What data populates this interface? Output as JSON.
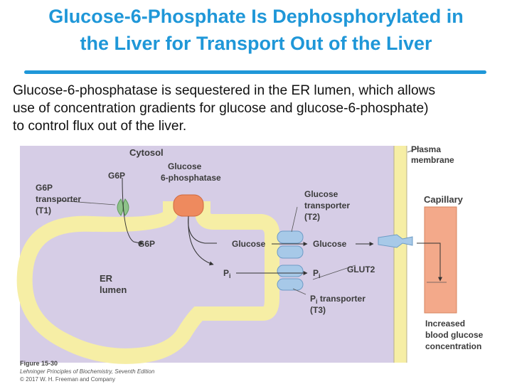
{
  "slide": {
    "title_line1": "Glucose-6-Phosphate Is Dephosphorylated in",
    "title_line2": "the Liver for Transport Out of the Liver",
    "body_line1": "Glucose-6-phosphatase is sequestered in the ER lumen, which allows",
    "body_line2": "use of concentration gradients for glucose and glucose-6-phosphate)",
    "body_line3": "to control flux out of the liver.",
    "accent_color": "#1f97d8"
  },
  "diagram": {
    "cytosol": "Cytosol",
    "plasma_membrane_1": "Plasma",
    "plasma_membrane_2": "membrane",
    "g6p_top": "G6P",
    "enzyme_1": "Glucose",
    "enzyme_2": "6-phosphatase",
    "t1_1": "G6P",
    "t1_2": "transporter",
    "t1_3": "(T1)",
    "t2_1": "Glucose",
    "t2_2": "transporter",
    "t2_3": "(T2)",
    "capillary": "Capillary",
    "g6p_lumen": "G6P",
    "glucose_lumen": "Glucose",
    "glucose_cytosol": "Glucose",
    "glut2": "GLUT2",
    "pi_lumen": "P",
    "pi_lumen_sub": "i",
    "pi_cytosol": "P",
    "pi_cytosol_sub": "i",
    "er_1": "ER",
    "er_2": "lumen",
    "t3_1": "P",
    "t3_1_sub": "i",
    "t3_1_rest": " transporter",
    "t3_2": "(T3)",
    "blood_1": "Increased",
    "blood_2": "blood glucose",
    "blood_3": "concentration",
    "colors": {
      "cytosol": "#d6cde6",
      "er_membrane": "#f6eea5",
      "enzyme": "#ee8a5e",
      "t1": "#8ec28a",
      "channel": "#a7c9e8",
      "capillary": "#f3a98a"
    }
  },
  "figure": {
    "label": "Figure 15-30",
    "book": "Lehninger Principles of Biochemistry, Seventh Edition",
    "copyright": "© 2017 W. H. Freeman and Company"
  }
}
